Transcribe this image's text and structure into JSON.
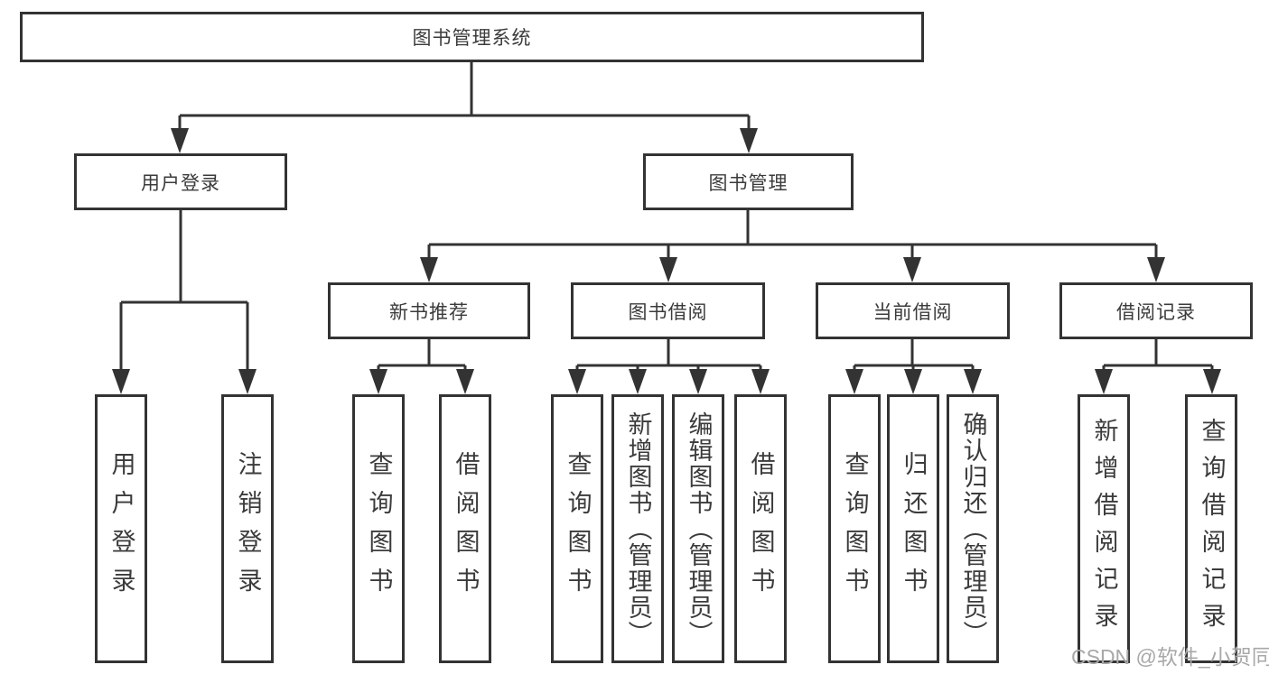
{
  "diagram": {
    "tree": {
      "label": "图书管理系统",
      "children": [
        {
          "label": "用户登录",
          "children": [
            {
              "label": "用户登录"
            },
            {
              "label": "注销登录"
            }
          ]
        },
        {
          "label": "图书管理",
          "children": [
            {
              "label": "新书推荐",
              "children": [
                {
                  "label": "查询图书"
                },
                {
                  "label": "借阅图书"
                }
              ]
            },
            {
              "label": "图书借阅",
              "children": [
                {
                  "label": "查询图书"
                },
                {
                  "label": "新增图书（管理员）"
                },
                {
                  "label": "编辑图书（管理员）"
                },
                {
                  "label": "借阅图书"
                }
              ]
            },
            {
              "label": "当前借阅",
              "children": [
                {
                  "label": "查询图书"
                },
                {
                  "label": "归还图书"
                },
                {
                  "label": "确认归还（管理员）"
                }
              ]
            },
            {
              "label": "借阅记录",
              "children": [
                {
                  "label": "新增借阅记录"
                },
                {
                  "label": "查询借阅记录"
                }
              ]
            }
          ]
        }
      ]
    },
    "watermark": "CSDN @软件_小贺同学",
    "colors": {
      "line": "#333333",
      "text": "#3b3b3b",
      "watermark": "#a8a8a8",
      "background": "#ffffff"
    }
  }
}
